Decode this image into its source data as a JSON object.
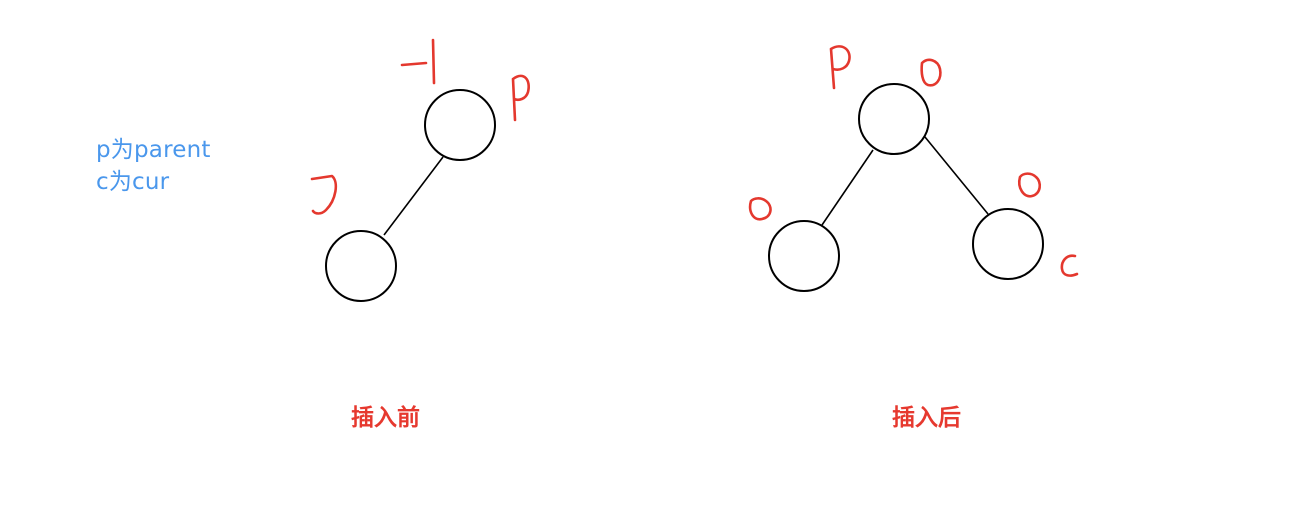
{
  "legend": {
    "line1": "p为parent",
    "line2": "c为cur"
  },
  "before": {
    "caption": "插入前",
    "annotations": [
      "-1",
      "P",
      "0"
    ]
  },
  "after": {
    "caption": "插入后",
    "annotations": [
      "P",
      "0",
      "0",
      "0",
      "c"
    ]
  },
  "colors": {
    "legend": "#4a97ec",
    "handwriting": "#e4382e",
    "caption": "#e6392f",
    "node_stroke": "#000000"
  }
}
